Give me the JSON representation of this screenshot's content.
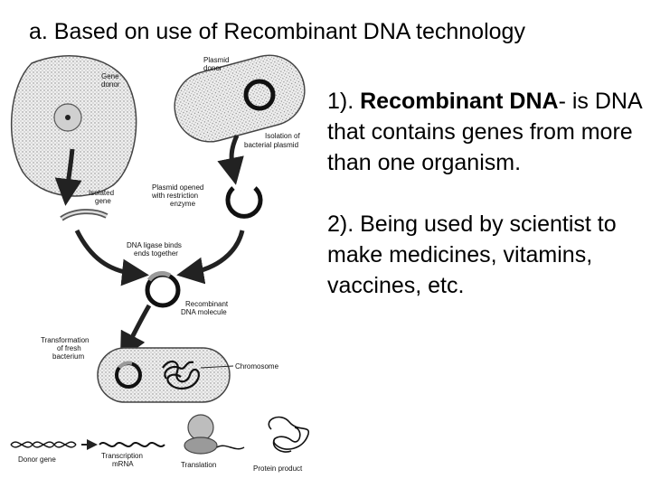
{
  "title": "a. Based on use of Recombinant DNA technology",
  "diagram": {
    "labels": {
      "gene_donor": [
        "Gene",
        "donor"
      ],
      "plasmid_donor": [
        "Plasmid",
        "donor"
      ],
      "isolation": [
        "Isolation of",
        "bacterial plasmid"
      ],
      "isolated_gene": [
        "Isolated",
        "gene"
      ],
      "plasmid_opened": [
        "Plasmid opened",
        "with restriction",
        "enzyme"
      ],
      "ligase": [
        "DNA ligase binds",
        "ends together"
      ],
      "recombinant": [
        "Recombinant",
        "DNA molecule"
      ],
      "transformation": [
        "Transformation",
        "of fresh",
        "bacterium"
      ],
      "chromosome": "Chromosome",
      "donor_gene": "Donor gene",
      "transcription": [
        "Transcription",
        "mRNA"
      ],
      "translation": "Translation",
      "protein": "Protein product"
    }
  },
  "bullets": {
    "p1_prefix": "1). ",
    "p1_bold": "Recombinant DNA",
    "p1_rest": "- is DNA that contains genes from more than one organism.",
    "p2": "2). Being used by scientist to make medicines, vitamins, vaccines, etc."
  }
}
